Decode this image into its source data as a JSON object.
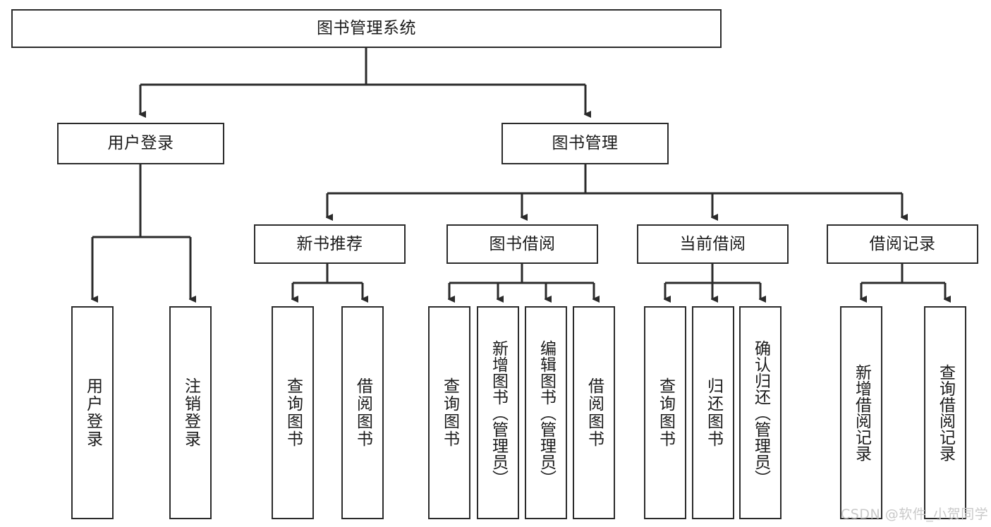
{
  "diagram": {
    "type": "tree-hierarchy-chart",
    "title": "图书管理系统",
    "background_color": "#ffffff",
    "line_color": "#2b2b2b",
    "box_border_color": "#2b2b2b",
    "text_color": "#1b1b1b"
  },
  "root": {
    "label": "图书管理系统"
  },
  "level2": [
    {
      "label": "用户登录"
    },
    {
      "label": "图书管理"
    }
  ],
  "level3": [
    {
      "label": "新书推荐"
    },
    {
      "label": "图书借阅"
    },
    {
      "label": "当前借阅"
    },
    {
      "label": "借阅记录"
    }
  ],
  "leaves": {
    "user_login": [
      {
        "label": "用户登录"
      },
      {
        "label": "注销登录"
      }
    ],
    "new_book_recommend": [
      {
        "label": "查询图书"
      },
      {
        "label": "借阅图书"
      }
    ],
    "book_borrow": [
      {
        "label": "查询图书"
      },
      {
        "label": "新增图书（管理员）"
      },
      {
        "label": "编辑图书（管理员）"
      },
      {
        "label": "借阅图书"
      }
    ],
    "current_borrow": [
      {
        "label": "查询图书"
      },
      {
        "label": "归还图书"
      },
      {
        "label": "确认归还（管理员）"
      }
    ],
    "borrow_record": [
      {
        "label": "新增借阅记录"
      },
      {
        "label": "查询借阅记录"
      }
    ]
  },
  "watermark": {
    "text": "CSDN @软件_小贺同学"
  }
}
